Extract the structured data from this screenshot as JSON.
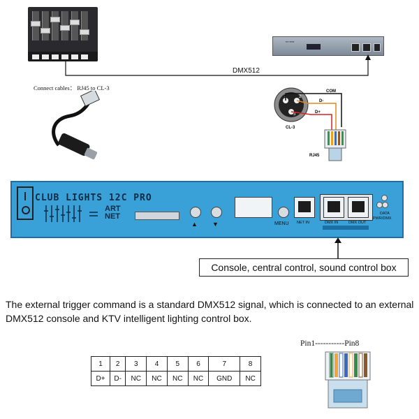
{
  "top": {
    "dmx_label": "DMX512",
    "cables_text": "Connect cables：  RJ45 to CL-3"
  },
  "wiring": {
    "com": "COM",
    "d_minus": "D-",
    "d_plus": "D+",
    "xlr_label": "CL-3",
    "rj45_label": "RJ45",
    "xlr_pins": [
      "1",
      "2",
      "3"
    ],
    "wire_colors": {
      "com": "#111111",
      "d_minus": "#e08a1e",
      "d_plus": "#d42424"
    }
  },
  "device": {
    "brand": "CLUB LIGHTS 12C PRO",
    "logo_line1": "AR",
    "logo_line2": "NET",
    "logo_t": "T",
    "btn_up": "▲",
    "btn_down": "▼",
    "menu": "MENU",
    "net_in": "NET IN",
    "dmx_in": "DMX IN",
    "dmx_out": "DMX OUT",
    "data_label": "DATA",
    "pwr_label": "PWR/DMX",
    "panel_color": "#3aa0d8"
  },
  "callout": "Console, central control, sound control box",
  "description": "The external trigger command is a standard DMX512 signal, which is connected to an external DMX512 console and KTV intelligent lighting control box.",
  "pin_table": {
    "pins": [
      "1",
      "2",
      "3",
      "4",
      "5",
      "6",
      "7",
      "8"
    ],
    "signals": [
      "D+",
      "D-",
      "NC",
      "NC",
      "NC",
      "NC",
      "GND",
      "NC"
    ]
  },
  "connector": {
    "pin_range": "Pin1-----------Pin8"
  }
}
